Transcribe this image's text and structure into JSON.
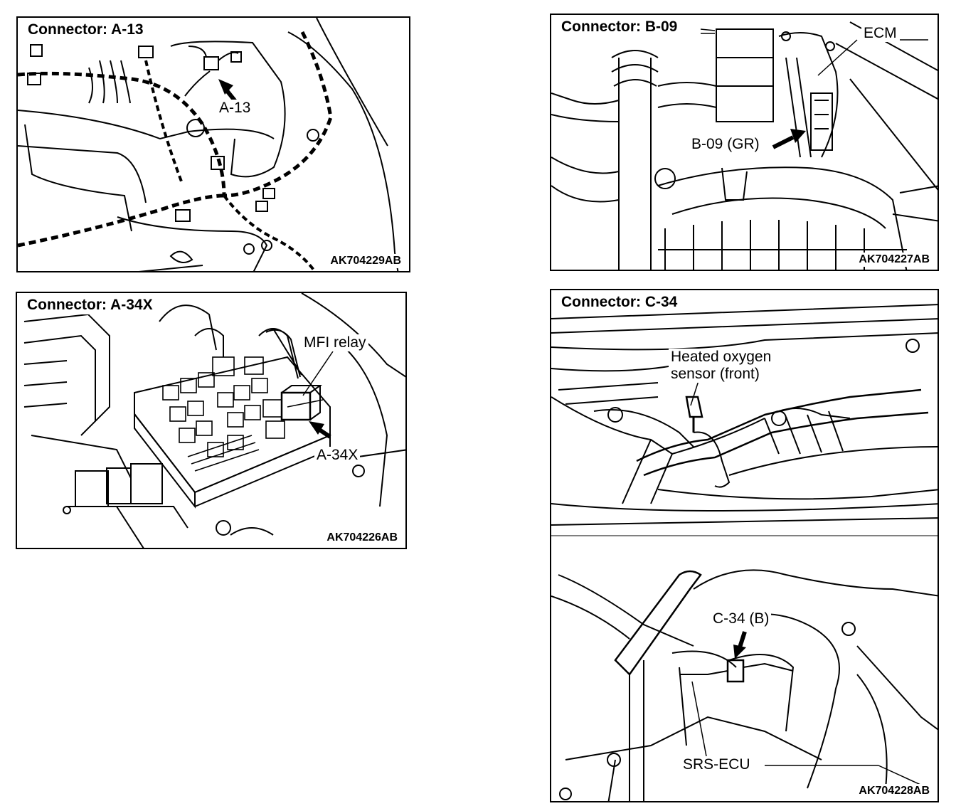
{
  "panels": {
    "a13": {
      "title": "Connector: A-13",
      "callouts": {
        "connector": "A-13"
      },
      "figure_code": "AK704229AB",
      "icons": [
        "connector-icon",
        "arrow-icon",
        "wire-harness",
        "relay-box"
      ]
    },
    "b09": {
      "title": "Connector: B-09",
      "callouts": {
        "ecm": "ECM",
        "connector": "B-09 (GR)"
      },
      "figure_code": "AK704227AB",
      "icons": [
        "connector-icon",
        "arrow-icon",
        "ecm-unit",
        "air-cleaner"
      ]
    },
    "a34x": {
      "title": "Connector: A-34X",
      "callouts": {
        "relay": "MFI relay",
        "connector": "A-34X"
      },
      "figure_code": "AK704226AB",
      "icons": [
        "relay-box",
        "relay-icon",
        "arrow-icon"
      ]
    },
    "c34": {
      "title": "Connector: C-34",
      "callouts": {
        "sensor_line1": "Heated oxygen",
        "sensor_line2": "sensor (front)",
        "connector": "C-34 (B)",
        "srs": "SRS-ECU"
      },
      "figure_code": "AK704228AB",
      "icons": [
        "exhaust-pipe",
        "oxygen-sensor",
        "connector-icon",
        "arrow-icon",
        "srs-ecu"
      ]
    }
  },
  "colors": {
    "line": "#000000",
    "background": "#ffffff"
  }
}
